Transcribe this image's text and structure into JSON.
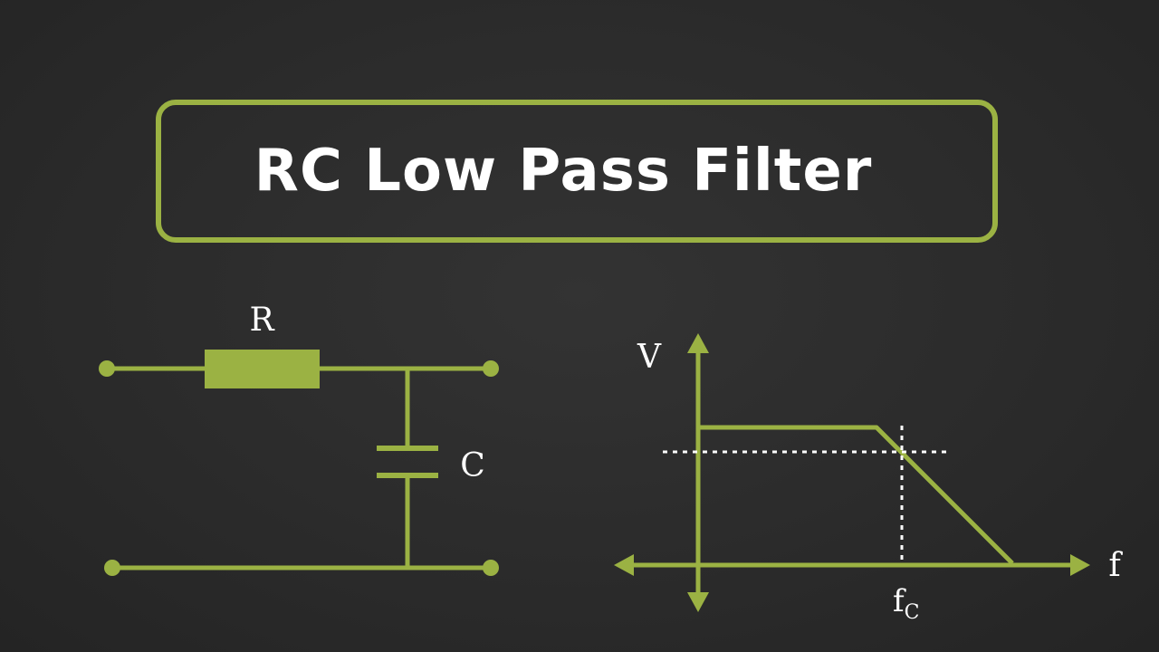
{
  "title": "RC Low Pass Filter",
  "colors": {
    "accent": "#9bb243",
    "background": "#2b2b2b",
    "text": "#ffffff"
  },
  "circuit": {
    "resistor_label": "R",
    "capacitor_label": "C"
  },
  "response_graph": {
    "y_axis_label": "V",
    "x_axis_label": "f",
    "cutoff_label_main": "f",
    "cutoff_label_sub": "C"
  }
}
